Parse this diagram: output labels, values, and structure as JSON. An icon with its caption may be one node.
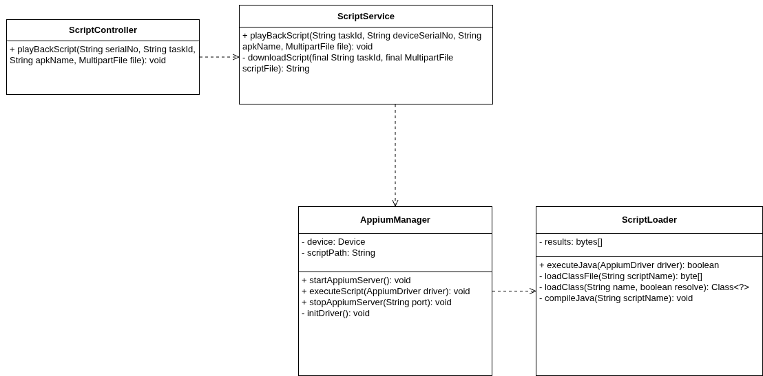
{
  "diagram": {
    "nodes": [
      {
        "text": [
          "ScriptController"
        ]
      },
      {
        "text": [
          "+ playBackScript(String serialNo, String taskId, String apkName, MultipartFile file): void"
        ],
        "in": 0
      },
      {
        "text": [
          "ScriptService"
        ]
      },
      {
        "text": [
          "+ playBackScript(String taskId, String deviceSerialNo, String apkName, MultipartFile file): void",
          "- downloadScript(final String taskId, final MultipartFile scriptFile): String"
        ],
        "in": 2
      },
      {
        "text": [
          "AppiumManager"
        ]
      },
      {
        "text": [
          "- device: Device",
          "- scriptPath: String"
        ],
        "in": 4
      },
      {
        "text": [
          "+ startAppiumServer(): void",
          "+ executeScript(AppiumDriver driver): void",
          "+ stopAppiumServer(String port): void",
          "- initDriver(): void"
        ],
        "in": 4
      },
      {
        "text": [
          "ScriptLoader"
        ]
      },
      {
        "text": [
          "- results: bytes[]"
        ],
        "in": 7
      },
      {
        "text": [
          "+ executeJava(AppiumDriver driver): boolean",
          "- loadClassFile(String scriptName): byte[]",
          "- loadClass(String name, boolean resolve): Class<?>",
          "- compileJava(String scriptName): void"
        ],
        "in": 7
      }
    ],
    "edges": [
      {
        "from": 0,
        "to": 2,
        "arrow": "to",
        "style": "dashed"
      },
      {
        "from": 2,
        "to": 4,
        "arrow": "to",
        "style": "dashed"
      },
      {
        "from": 4,
        "to": 7,
        "arrow": "to",
        "style": "dashed"
      }
    ]
  }
}
